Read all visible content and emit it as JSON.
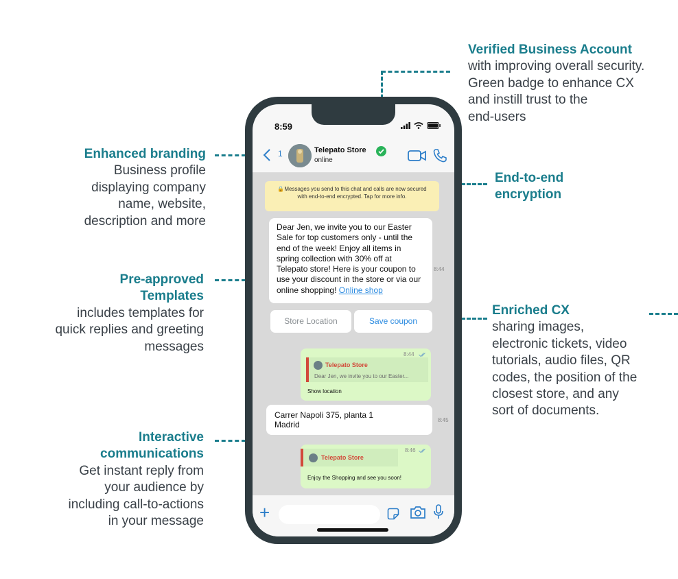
{
  "callouts": {
    "verified": {
      "title": "Verified Business Account",
      "lines": [
        "with improving overall security.",
        "Green badge to enhance CX",
        "and instill trust to the",
        "end-users"
      ]
    },
    "branding": {
      "title": "Enhanced branding",
      "lines": [
        "Business profile",
        "displaying company",
        "name,  website,",
        "description and more"
      ]
    },
    "encryption": {
      "title_lines": [
        "End-to-end",
        "encryption"
      ]
    },
    "templates": {
      "title_lines": [
        "Pre-approved",
        "Templates"
      ],
      "lines": [
        "includes templates for",
        "quick replies and greeting",
        "messages"
      ]
    },
    "cx": {
      "title": "Enriched CX",
      "lines": [
        "sharing images,",
        "electronic tickets, video",
        "tutorials, audio files, QR",
        "codes, the position of the",
        "closest store, and any",
        "sort of documents."
      ]
    },
    "interactive": {
      "title_lines": [
        "Interactive",
        "communications"
      ],
      "lines": [
        "Get instant reply from",
        "your audience by",
        "including call-to-actions",
        "in your message"
      ]
    }
  },
  "phone": {
    "time": "8:59",
    "back_count": "1",
    "contact_name": "Telepato Store",
    "contact_status": "online",
    "encryption_note": "🔒Messages you send to this chat and calls are now secured with end-to-end encrypted. Tap for more info.",
    "message1": {
      "text": "Dear Jen, we invite you to our Easter Sale for top customers only - until the end of the week! Enjoy all items in spring collection with 30% off at Telepato store! Here is your coupon to use your discount in the store or via our online shopping!",
      "link": "Online shop",
      "time": "8:44"
    },
    "quick_replies": [
      "Store Location",
      "Save coupon"
    ],
    "message2": {
      "time": "8:44",
      "quote_name": "Telepato Store",
      "quote_text": "Dear Jen, we invite you to our Easter...",
      "text": "Show location"
    },
    "message3": {
      "lines": [
        "Carrer Napoli 375, planta 1",
        "Madrid"
      ],
      "time": "8:45"
    },
    "message4": {
      "time": "8:46",
      "quote_name": "Telepato Store",
      "text": "Enjoy the Shopping and see you soon!"
    }
  },
  "icons": {
    "back": "chevron-left-icon",
    "verified": "verified-check-icon",
    "video": "video-camera-icon",
    "call": "phone-icon",
    "plus": "plus-icon",
    "sticker": "sticker-icon",
    "camera": "camera-icon",
    "mic": "microphone-icon"
  },
  "colors": {
    "accent": "#1a7d8c",
    "phone_frame": "#2f3b40",
    "verified_badge": "#29b359",
    "outgoing_bubble": "#dcf8c6",
    "link": "#2a8ae0",
    "quote_accent": "#d24a3a"
  }
}
